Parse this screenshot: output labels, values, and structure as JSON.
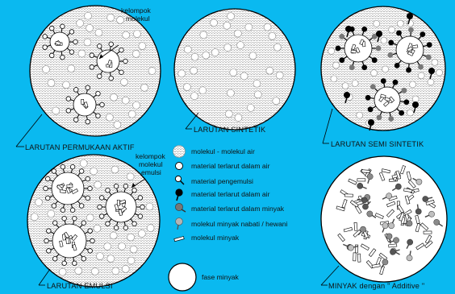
{
  "panels": {
    "aktif": {
      "caption": "LARUTAN PERMUKAAN AKTIF",
      "callout": [
        "kelompok",
        "molekul"
      ]
    },
    "sintetik": {
      "caption": "LARUTAN SINTETIK"
    },
    "semi": {
      "caption": "LARUTAN SEMI SINTETIK"
    },
    "emulsi": {
      "caption": "LARUTAN EMULSI",
      "callout": [
        "kelompok",
        "molekul",
        "emulsi"
      ]
    },
    "minyak": {
      "caption": "MINYAK dengan \" Additive \""
    }
  },
  "legend": [
    {
      "icon": "water-pattern-icon",
      "label": "molekul - molekul air"
    },
    {
      "icon": "open-circle-icon",
      "label": "material terlarut dalam air"
    },
    {
      "icon": "emulsifier-icon",
      "label": "material pengemulsi"
    },
    {
      "icon": "black-head-icon",
      "label": "material terlarut dalam air"
    },
    {
      "icon": "gray-head-icon",
      "label": "material terlarut dalam minyak"
    },
    {
      "icon": "light-gray-head-icon",
      "label": "molekul minyak nabati / hewani"
    },
    {
      "icon": "oil-dash-icon",
      "label": "molekul minyak"
    },
    {
      "icon": "large-circle-icon",
      "label": "fase minyak"
    }
  ],
  "colors": {
    "background": "#0ab9f0",
    "panel": "#ffffff",
    "ink": "#000000",
    "gray_head": "#777777",
    "light_gray_head": "#b4b4b4"
  }
}
